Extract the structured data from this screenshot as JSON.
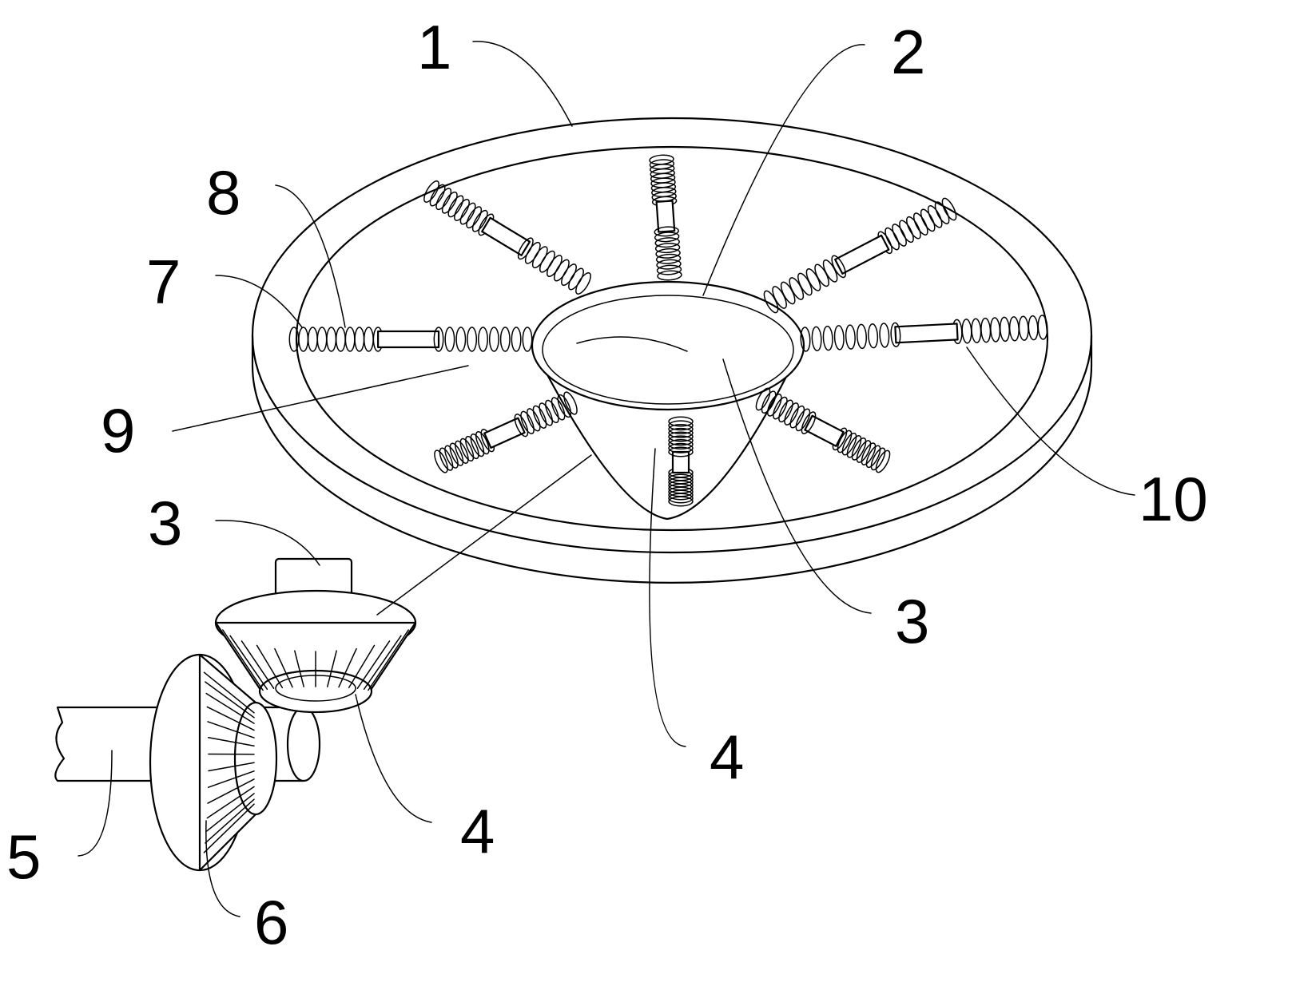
{
  "figure": {
    "callouts": [
      {
        "id": "c1",
        "text": "1"
      },
      {
        "id": "c2",
        "text": "2"
      },
      {
        "id": "c3a",
        "text": "3"
      },
      {
        "id": "c3b",
        "text": "3"
      },
      {
        "id": "c4a",
        "text": "4"
      },
      {
        "id": "c4b",
        "text": "4"
      },
      {
        "id": "c5",
        "text": "5"
      },
      {
        "id": "c6",
        "text": "6"
      },
      {
        "id": "c7",
        "text": "7"
      },
      {
        "id": "c8",
        "text": "8"
      },
      {
        "id": "c9",
        "text": "9"
      },
      {
        "id": "c10",
        "text": "10"
      }
    ]
  }
}
